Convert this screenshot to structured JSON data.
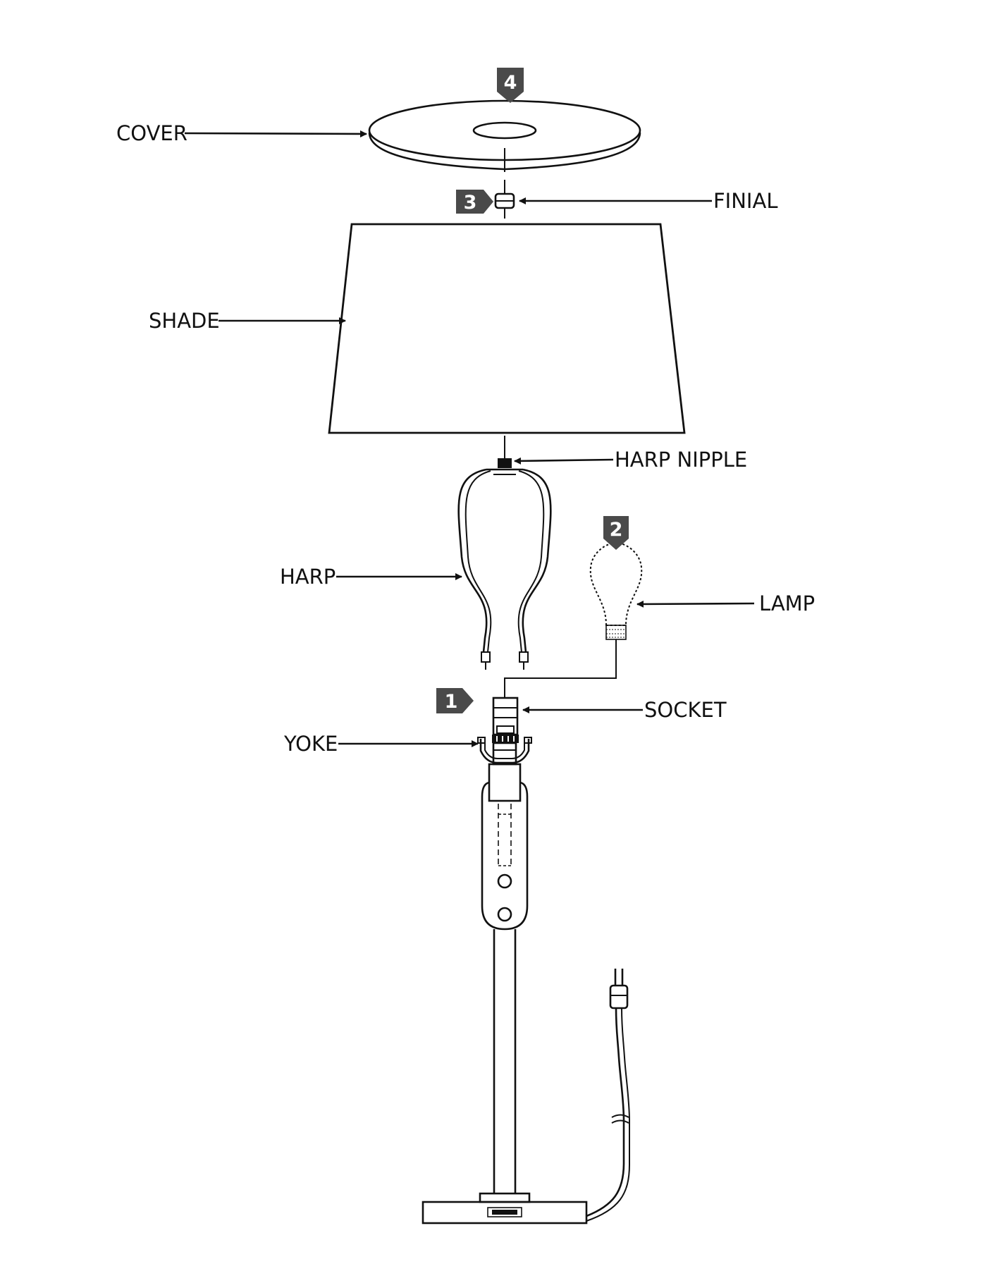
{
  "labels": {
    "cover": "COVER",
    "finial": "FINIAL",
    "shade": "SHADE",
    "harp_nipple": "HARP NIPPLE",
    "harp": "HARP",
    "lamp": "LAMP",
    "socket": "SOCKET",
    "yoke": "YOKE"
  },
  "steps": {
    "step_1": "1",
    "step_2": "2",
    "step_3": "3",
    "step_4": "4"
  },
  "colors": {
    "line": "#111111",
    "badge": "#4a4a4a",
    "background": "#ffffff"
  }
}
